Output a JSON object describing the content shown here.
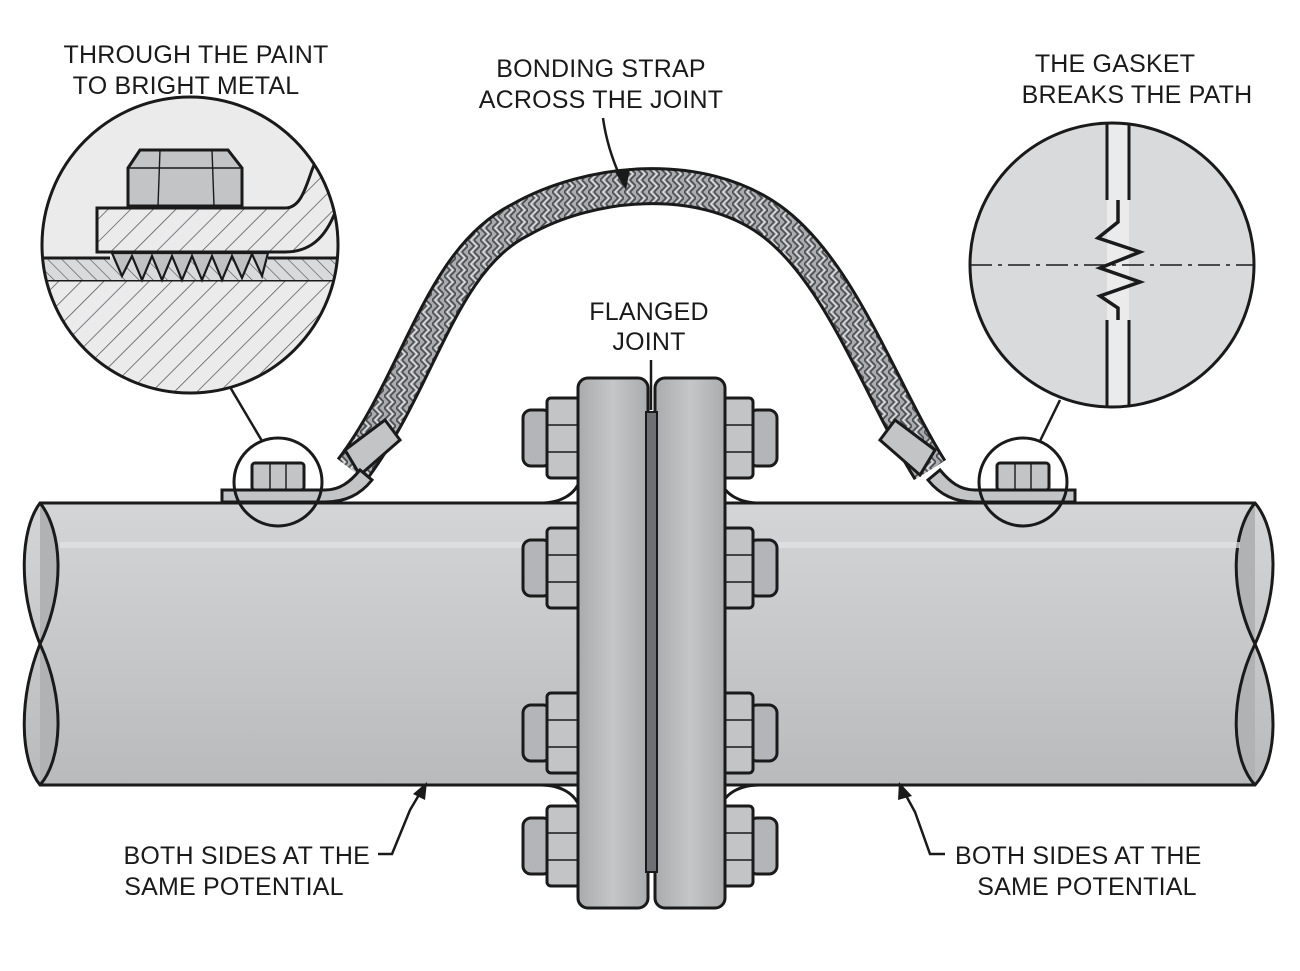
{
  "colors": {
    "ink": "#1a1a1a",
    "pipe_fill": "#c9cbcd",
    "pipe_light": "#d8dadc",
    "flange_fill": "#b7b9bb",
    "gasket_fill": "#6e7073",
    "hardware_fill": "#b3b5b8",
    "strap_fill": "#a9abae",
    "inset_fill": "#ebebec",
    "background": "#ffffff"
  },
  "labels": {
    "top_left_line1": "THROUGH THE PAINT",
    "top_left_line2": "TO BRIGHT METAL",
    "top_center_line1": "BONDING STRAP",
    "top_center_line2": "ACROSS THE JOINT",
    "top_right_line1": "THE GASKET",
    "top_right_line2": "BREAKS THE PATH",
    "center_line1": "FLANGED",
    "center_line2": "JOINT",
    "bottom_left_line1": "BOTH SIDES AT THE",
    "bottom_left_line2": "SAME POTENTIAL",
    "bottom_right_line1": "BOTH SIDES AT THE",
    "bottom_right_line2": "SAME POTENTIAL"
  },
  "icons": {
    "bolt": "hex-bolt-icon",
    "nut": "hex-nut-icon",
    "washer": "star-washer-icon",
    "strap": "braided-strap-icon"
  }
}
